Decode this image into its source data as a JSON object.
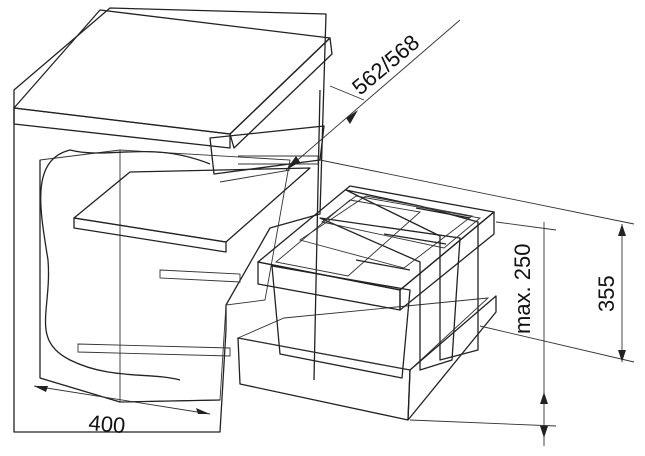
{
  "dimensions": {
    "width_label": "400",
    "depth_label": "562/568",
    "max_height_label": "max. 250",
    "overall_height_label": "355"
  },
  "colors": {
    "cabinet_fill": "#d7d7d7",
    "top_fill": "#e3e3e3",
    "bin_fill": "#b5b5b5",
    "frame_fill": "#c9c9c9",
    "line": "#222222"
  }
}
